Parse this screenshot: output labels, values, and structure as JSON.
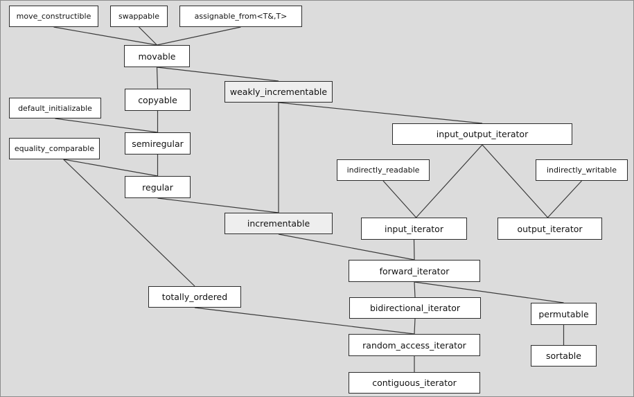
{
  "colors": {
    "canvas": "#dcdcdc",
    "box_white": "#ffffff",
    "box_grey": "#eeeeee",
    "line": "#3a3a3a"
  },
  "nodes": {
    "move_constructible": "move_constructible",
    "swappable": "swappable",
    "assignable_from": "assignable_from<T&,T>",
    "movable": "movable",
    "copyable": "copyable",
    "weakly_incrementable": "weakly_incrementable",
    "default_initializable": "default_initializable",
    "semiregular": "semiregular",
    "input_output_iterator": "input_output_iterator",
    "equality_comparable": "equality_comparable",
    "regular": "regular",
    "indirectly_readable": "indirectly_readable",
    "indirectly_writable": "indirectly_writable",
    "incrementable": "incrementable",
    "input_iterator": "input_iterator",
    "output_iterator": "output_iterator",
    "forward_iterator": "forward_iterator",
    "totally_ordered": "totally_ordered",
    "bidirectional_iterator": "bidirectional_iterator",
    "permutable": "permutable",
    "random_access_iterator": "random_access_iterator",
    "sortable": "sortable",
    "contiguous_iterator": "contiguous_iterator"
  },
  "edges": [
    [
      "move_constructible",
      "movable"
    ],
    [
      "swappable",
      "movable"
    ],
    [
      "assignable_from",
      "movable"
    ],
    [
      "movable",
      "copyable"
    ],
    [
      "movable",
      "weakly_incrementable"
    ],
    [
      "copyable",
      "semiregular"
    ],
    [
      "default_initializable",
      "semiregular"
    ],
    [
      "semiregular",
      "regular"
    ],
    [
      "equality_comparable",
      "regular"
    ],
    [
      "equality_comparable",
      "totally_ordered"
    ],
    [
      "regular",
      "incrementable"
    ],
    [
      "weakly_incrementable",
      "incrementable"
    ],
    [
      "weakly_incrementable",
      "input_output_iterator"
    ],
    [
      "input_output_iterator",
      "input_iterator"
    ],
    [
      "input_output_iterator",
      "output_iterator"
    ],
    [
      "indirectly_readable",
      "input_iterator"
    ],
    [
      "indirectly_writable",
      "output_iterator"
    ],
    [
      "incrementable",
      "forward_iterator"
    ],
    [
      "input_iterator",
      "forward_iterator"
    ],
    [
      "forward_iterator",
      "bidirectional_iterator"
    ],
    [
      "forward_iterator",
      "permutable"
    ],
    [
      "permutable",
      "sortable"
    ],
    [
      "bidirectional_iterator",
      "random_access_iterator"
    ],
    [
      "totally_ordered",
      "random_access_iterator"
    ],
    [
      "random_access_iterator",
      "contiguous_iterator"
    ]
  ]
}
